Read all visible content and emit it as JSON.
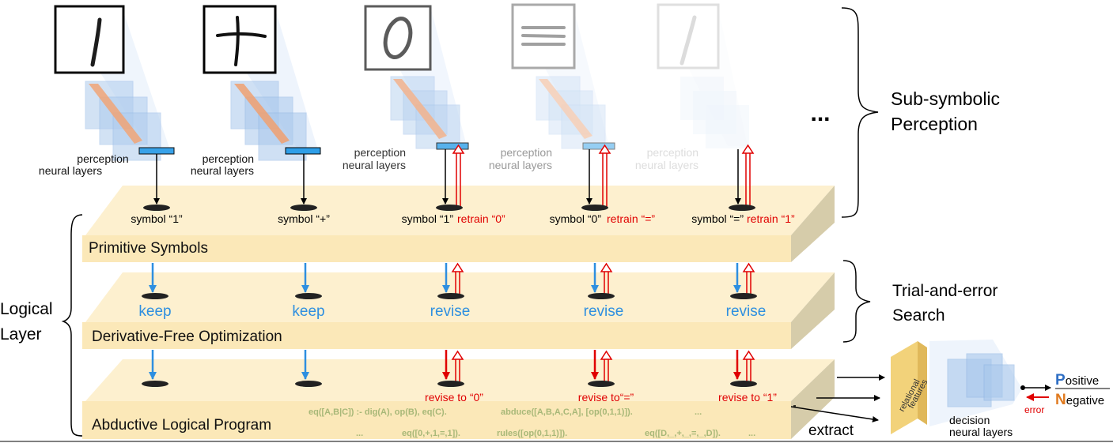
{
  "perception": {
    "label_line1": "perception",
    "label_line2": "neural layers",
    "brace_label_line1": "Sub-symbolic",
    "brace_label_line2": "Perception",
    "ellipsis": "..."
  },
  "columns": [
    {
      "glyph": "1",
      "symbol": "symbol “1”",
      "retrain": "",
      "action": "keep",
      "revise_to": ""
    },
    {
      "glyph": "+",
      "symbol": "symbol “+”",
      "retrain": "",
      "action": "keep",
      "revise_to": ""
    },
    {
      "glyph": "0",
      "symbol": "symbol “1”",
      "retrain": "retrain “0”",
      "action": "revise",
      "revise_to": "revise to “0”"
    },
    {
      "glyph": "=",
      "symbol": "symbol “0”",
      "retrain": "retrain “=”",
      "action": "revise",
      "revise_to": "revise to“=”"
    },
    {
      "glyph": "1",
      "symbol": "symbol “=”",
      "retrain": "retrain “1”",
      "action": "revise",
      "revise_to": "revise to “1”"
    }
  ],
  "layers": {
    "primitive": "Primitive Symbols",
    "dfo": "Derivative-Free Optimization",
    "abductive": "Abductive Logical Program"
  },
  "logical_layer": {
    "line1": "Logical",
    "line2": "Layer"
  },
  "search": {
    "line1": "Trial-and-error",
    "line2": "Search"
  },
  "program_text": {
    "row1": [
      "eq([A,B|C]) :- dig(A), op(B), eq(C).",
      "abduce([A,B,A,C,A], [op(0,1,1)]).",
      "..."
    ],
    "row2": [
      "...",
      "eq([0,+,1,=,1]).",
      "rules([op(0,1,1)]).",
      "eq([D,_,+,_,=,_,D]).",
      "..."
    ]
  },
  "decision": {
    "extract": "extract",
    "relational_line1": "relational",
    "relational_line2": "features",
    "layers_line1": "decision",
    "layers_line2": "neural layers",
    "error": "error",
    "positive_initial": "P",
    "positive_rest": "ositive",
    "negative_initial": "N",
    "negative_rest": "egative"
  },
  "colors": {
    "slab_top": "#fdf0cf",
    "slab_front": "#fbe8b8",
    "slab_side": "#d2c8a8",
    "keep_blue": "#2e8fe0",
    "red": "#e00000",
    "net_blue": "#a9c8ec",
    "program_green": "#a8b878",
    "positive_blue": "#2f6fc4",
    "negative_orange": "#e07a1f",
    "relational_yellow": "#f2d27a"
  }
}
